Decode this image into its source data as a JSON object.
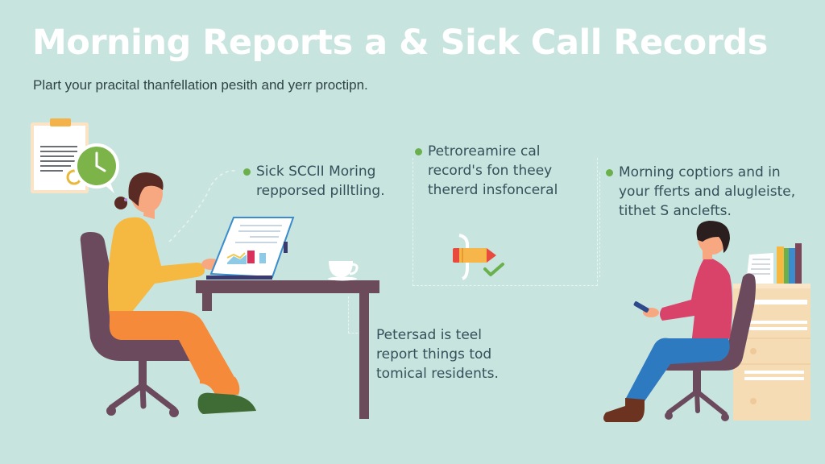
{
  "header": {
    "title": "Morning Reports a & Sick Call Records",
    "subtitle": "Plart your pracital thanfellation pesith and yerr proctipn."
  },
  "callouts": [
    {
      "id": "callout-1",
      "lines": [
        "Sick SCCII Moring",
        "repporsed pilltling."
      ]
    },
    {
      "id": "callout-2",
      "lines": [
        "Petroreamire cal",
        "record's fon theey",
        "thererd insfonceral"
      ]
    },
    {
      "id": "callout-3",
      "lines": [
        "Morning coptiors and in",
        "your fferts and alugleiste,",
        "tithet S anclefts."
      ]
    },
    {
      "id": "callout-4",
      "lines": [
        "Petersad is teel",
        "report things tod",
        "tomical residents."
      ]
    }
  ],
  "icons": {
    "clipboard": "clipboard-icon",
    "clock": "clock-icon",
    "pencil": "pencil-icon",
    "checkmark": "checkmark-icon",
    "coffee": "coffee-cup-icon",
    "books": "books-icon"
  },
  "colors": {
    "background": "#c8e4de",
    "title": "#ffffff",
    "bullet": "#6ab04c",
    "text": "#35505a",
    "chair": "#6b4a5e",
    "desk": "#6b4a5a",
    "cabinet": "#f6dcb4"
  }
}
